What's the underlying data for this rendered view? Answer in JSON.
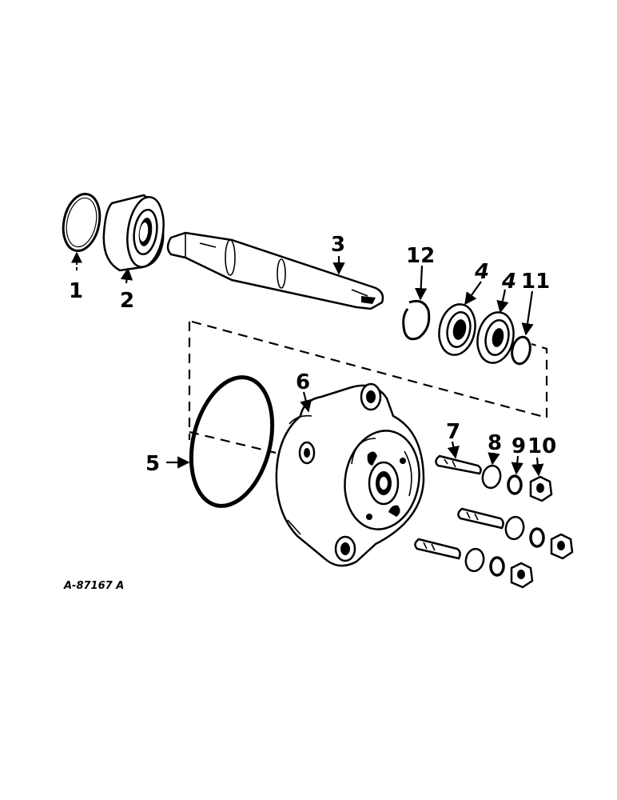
{
  "figure": {
    "reference": "A-87167 A",
    "callouts": {
      "c1": "1",
      "c2": "2",
      "c3": "3",
      "c4a": "4",
      "c4b": "4",
      "c5": "5",
      "c6": "6",
      "c7": "7",
      "c8": "8",
      "c9": "9",
      "c10": "10",
      "c11": "11",
      "c12": "12"
    }
  }
}
